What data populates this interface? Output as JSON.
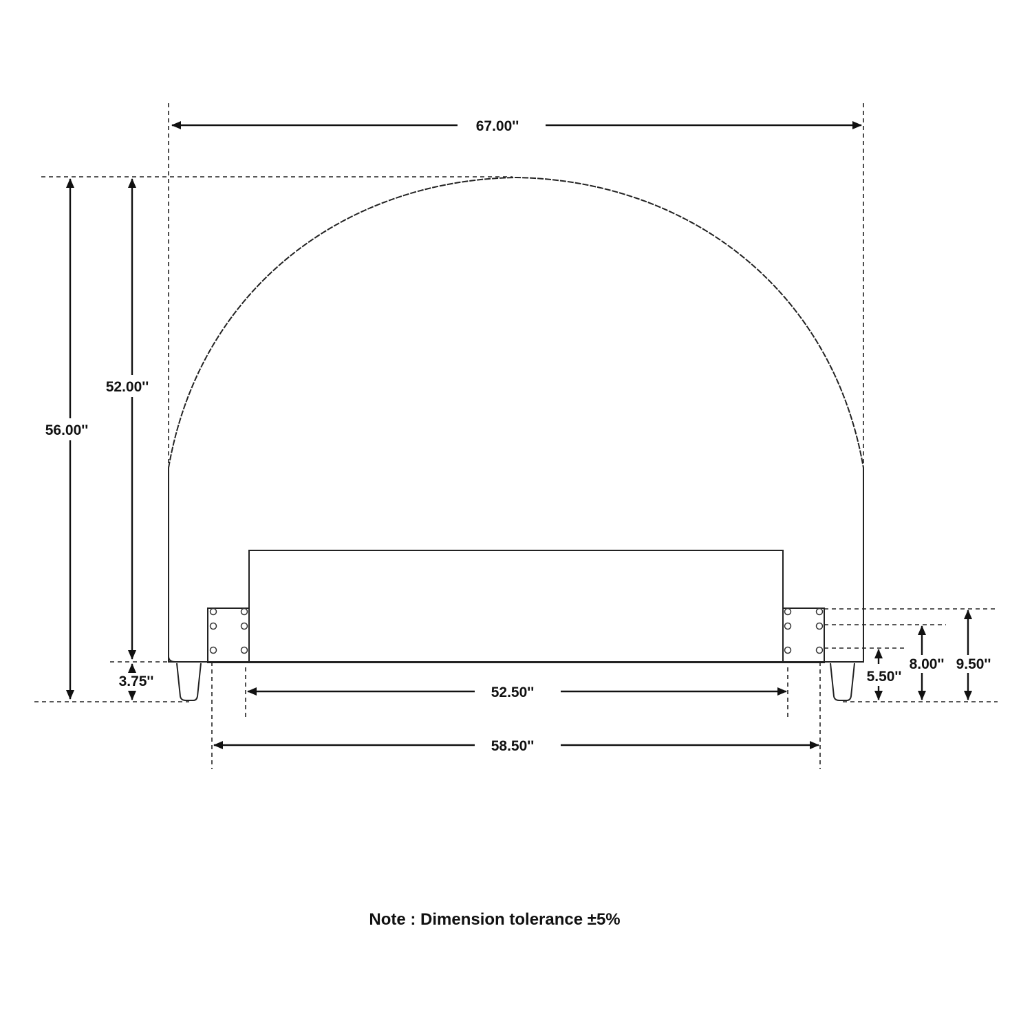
{
  "dimensions": {
    "overall_width": "67.00''",
    "overall_height": "56.00''",
    "headboard_height": "52.00''",
    "leg_height": "3.75''",
    "inner_width": "52.50''",
    "rail_width": "58.50''",
    "rail_height_low": "5.50''",
    "rail_height_mid": "8.00''",
    "rail_height_high": "9.50''"
  },
  "note": "Note : Dimension tolerance ±5%"
}
